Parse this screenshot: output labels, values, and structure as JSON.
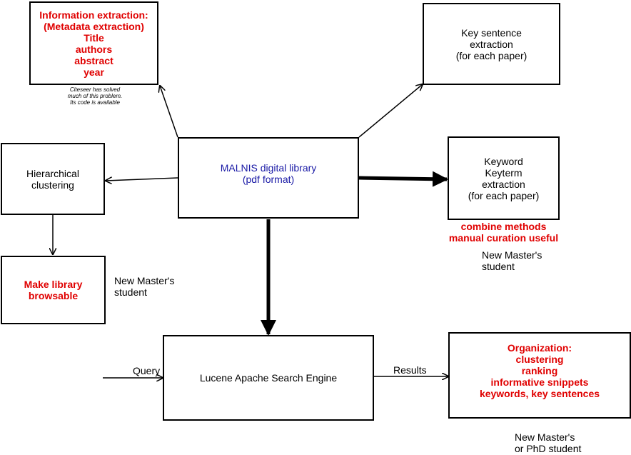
{
  "boxes": {
    "info_extraction": [
      "Information extraction:",
      "(Metadata extraction)",
      "Title",
      "authors",
      "abstract",
      "year"
    ],
    "key_sentence": [
      "Key sentence",
      "extraction",
      "(for each paper)"
    ],
    "hierarchical": [
      "Hierarchical",
      "clustering"
    ],
    "malnis": [
      "MALNIS digital library",
      "(pdf format)"
    ],
    "keyword": [
      "Keyword",
      "Keyterm",
      "extraction",
      "(for each paper)"
    ],
    "browsable": [
      "Make library",
      "browsable"
    ],
    "lucene": [
      "Lucene Apache Search Engine"
    ],
    "organization": [
      "Organization:",
      "clustering",
      "ranking",
      "informative snippets",
      "keywords,  key sentences"
    ]
  },
  "notes": {
    "citeseer": [
      "Citeseer has solved",
      "much of this problem.",
      "Its code is available"
    ],
    "combine": [
      "combine methods",
      "manual curation useful"
    ],
    "student_keyword": [
      "New Master's",
      "student"
    ],
    "student_browse": [
      "New Master's",
      "student"
    ],
    "student_org": [
      "New Master's",
      "or PhD student"
    ]
  },
  "labels": {
    "query": "Query",
    "results": "Results"
  },
  "colors": {
    "highlight": "#e00000",
    "library": "#1a1aa6"
  }
}
